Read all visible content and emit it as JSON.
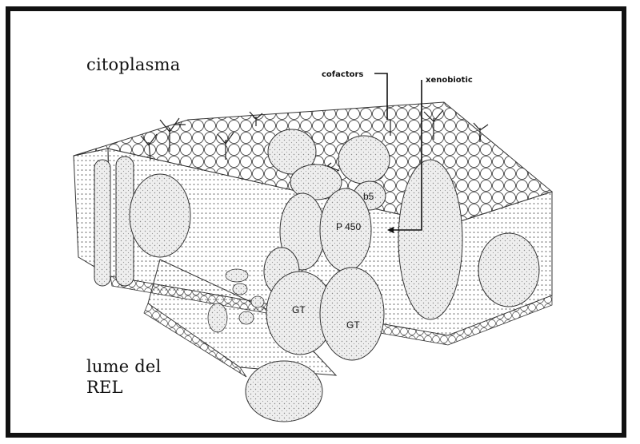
{
  "labels": {
    "cytoplasm": "citoplasma",
    "lumen_line1": "lume del",
    "lumen_line2": "REL",
    "cofactors": "cofactors",
    "xenobiotic": "xenobiotic"
  },
  "proteins": {
    "b5": "b5",
    "p450": "P 450",
    "gt_left": "GT",
    "gt_right": "GT"
  }
}
